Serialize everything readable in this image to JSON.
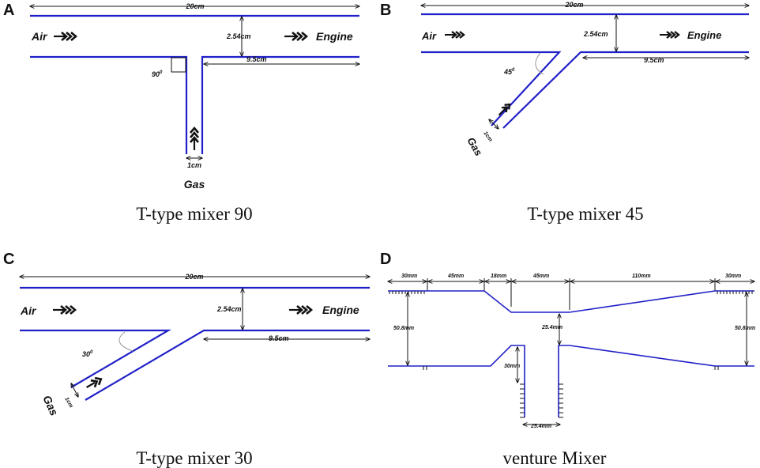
{
  "panels": {
    "a": {
      "letter": "A",
      "caption": "T-type mixer 90",
      "len_total": "20cm",
      "height": "2.54cm",
      "right_len": "9.5cm",
      "angle": "90",
      "angle_unit": "0",
      "inlet_width": "1cm",
      "air": "Air",
      "engine": "Engine",
      "gas": "Gas"
    },
    "b": {
      "letter": "B",
      "caption": "T-type mixer 45",
      "len_total": "20cm",
      "height": "2.54cm",
      "right_len": "9.5cm",
      "angle": "45",
      "angle_unit": "0",
      "inlet_width": "1cm",
      "air": "Air",
      "engine": "Engine",
      "gas": "Gas"
    },
    "c": {
      "letter": "C",
      "caption": "T-type mixer 30",
      "len_total": "20cm",
      "height": "2.54cm",
      "right_len": "9.5cm",
      "angle": "30",
      "angle_unit": "0",
      "inlet_width": "1cm",
      "air": "Air",
      "engine": "Engine",
      "gas": "Gas"
    },
    "d": {
      "letter": "D",
      "caption": "venture Mixer",
      "seg1": "30mm",
      "seg2": "45mm",
      "seg3": "18mm",
      "seg4": "45mm",
      "seg5": "110mm",
      "seg6": "30mm",
      "height_left": "50.8mm",
      "height_right": "50.8mm",
      "throat": "25.4mm",
      "inlet_len": "30mm",
      "inlet_width": "25.4mm"
    }
  }
}
